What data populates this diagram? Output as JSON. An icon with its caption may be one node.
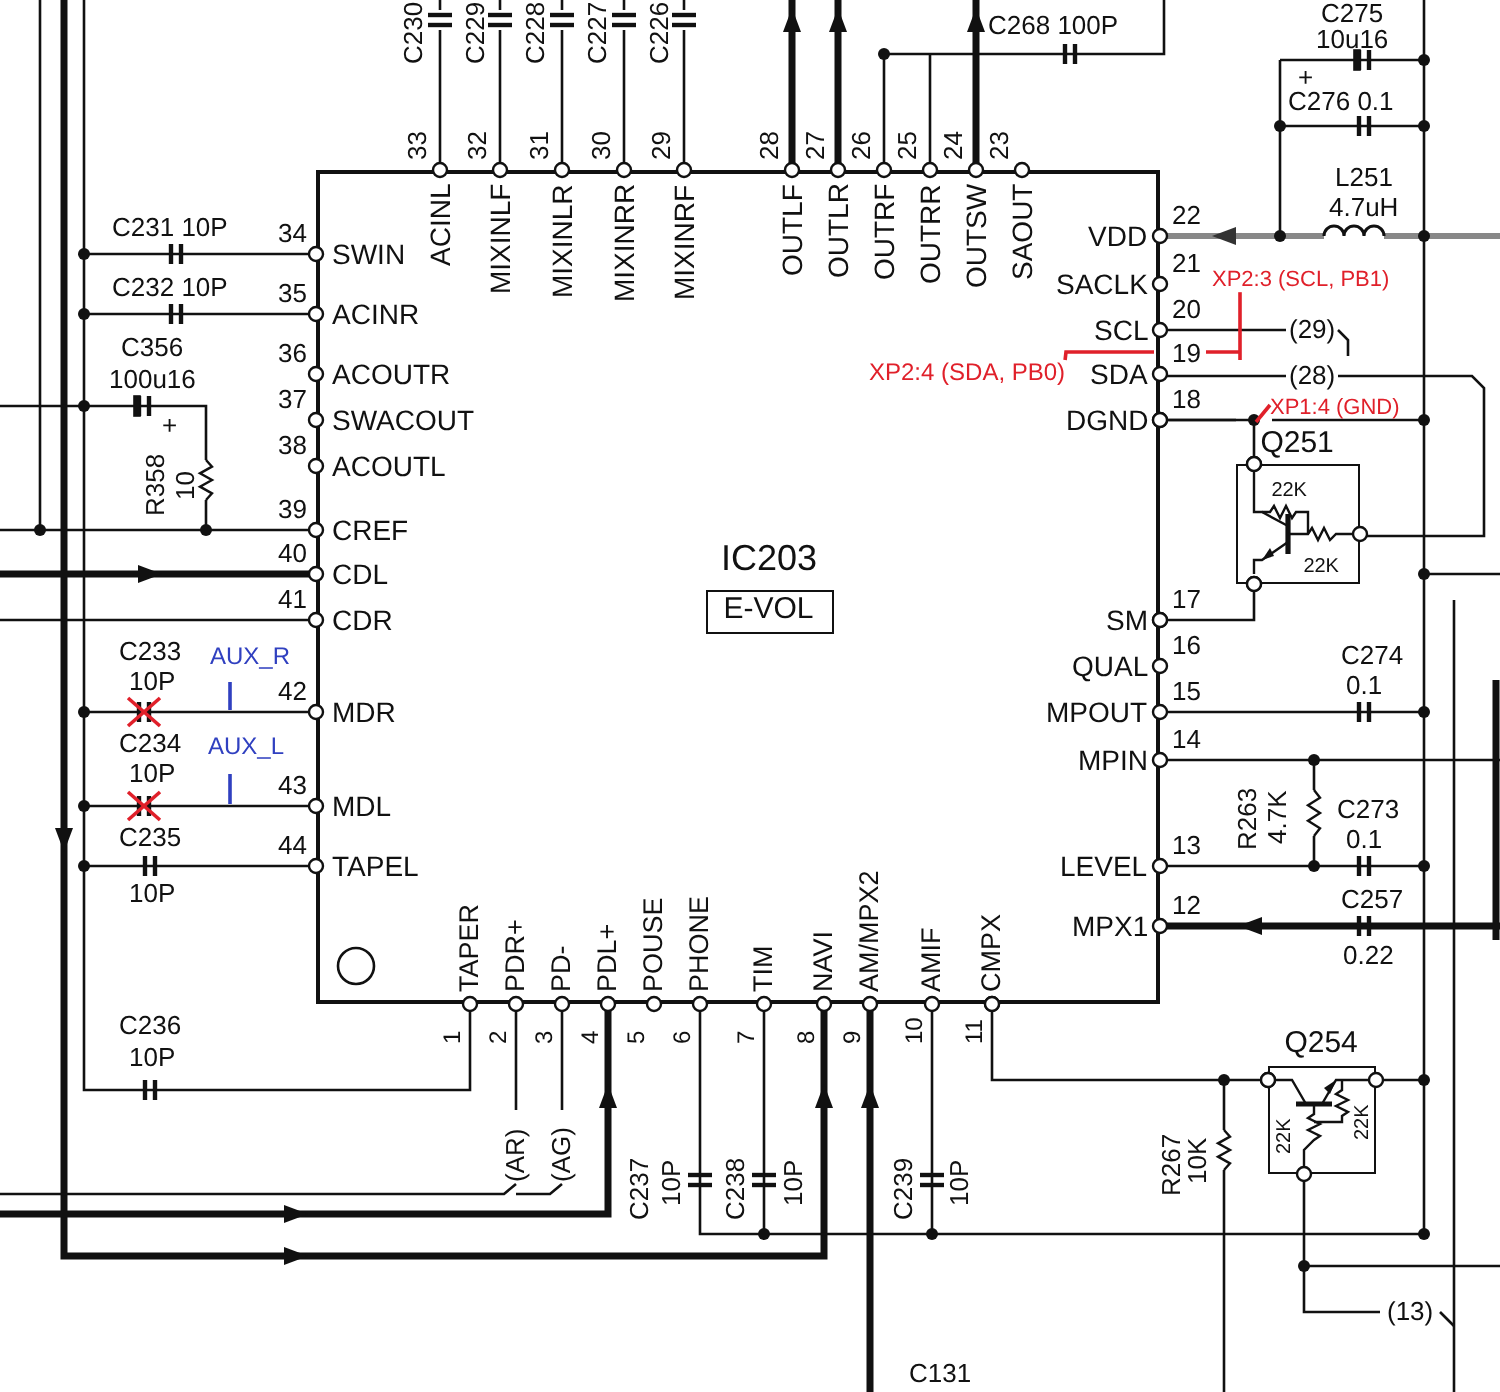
{
  "diagram": {
    "nodes": [
      {
        "text": [
          "IC203"
        ]
      },
      {
        "text": [
          "E-VOL"
        ],
        "in": 0
      },
      {
        "text": [
          "Q251",
          "22K",
          "22K"
        ]
      },
      {
        "text": [
          "Q254",
          "22K",
          "22K"
        ]
      },
      {
        "text": [
          "XP2:4 (SDA, PB0)"
        ],
        "in": 0
      },
      {
        "text": [
          "XP2:3 (SCL, PB1)"
        ]
      },
      {
        "text": [
          "XP1:4 (GND)"
        ]
      }
    ],
    "edges": [
      {
        "from": 2,
        "to": 0,
        "arrow": "other"
      },
      {
        "from": 2,
        "to": 0,
        "arrow": "other"
      },
      {
        "from": 0,
        "to": 3,
        "arrow": "other"
      },
      {
        "from": 4,
        "to": null,
        "arrow": "none",
        "color": "#e0202a"
      },
      {
        "from": 5,
        "to": null,
        "arrow": "none",
        "color": "#e0202a"
      },
      {
        "from": 6,
        "to": null,
        "arrow": "none",
        "color": "#e0202a"
      }
    ],
    "labels": [
      "1",
      "TAPER",
      "2",
      "PDR+",
      "3",
      "PD-",
      "4",
      "PDL+",
      "5",
      "POUSE",
      "6",
      "PHONE",
      "7",
      "TIM",
      "8",
      "NAVI",
      "9",
      "AM/MPX2",
      "10",
      "AMIF",
      "11",
      "CMPX",
      "12",
      "MPX1",
      "13",
      "LEVEL",
      "14",
      "MPIN",
      "15",
      "MPOUT",
      "16",
      "QUAL",
      "17",
      "SM",
      "18",
      "DGND",
      "19",
      "SDA",
      "20",
      "SCL",
      "21",
      "SACLK",
      "22",
      "VDD",
      "23",
      "SAOUT",
      "24",
      "OUTSW",
      "25",
      "OUTRR",
      "26",
      "OUTRF",
      "27",
      "OUTLR",
      "28",
      "OUTLF",
      "29",
      "MIXINRF",
      "30",
      "MIXINRR",
      "31",
      "MIXINLR",
      "32",
      "MIXINLF",
      "33",
      "ACINL",
      "34",
      "SWIN",
      "35",
      "ACINR",
      "36",
      "ACOUTR",
      "37",
      "SWACOUT",
      "38",
      "ACOUTL",
      "39",
      "CREF",
      "40",
      "CDL",
      "41",
      "CDR",
      "42",
      "MDR",
      "43",
      "MDL",
      "44",
      "TAPEL",
      "C230",
      "C229",
      "C228",
      "C227",
      "C226",
      "C268 100P",
      "C275",
      "10u16",
      "+",
      "C276 0.1",
      "L251",
      "4.7uH",
      "C231 10P",
      "C232 10P",
      "C356",
      "100u16",
      "+",
      "R358",
      "10",
      "C233",
      "10P",
      "AUX_R",
      "C234",
      "10P",
      "AUX_L",
      "C235",
      "10P",
      "C236",
      "10P",
      "(29)",
      "(28)",
      "C274",
      "0.1",
      "R263",
      "4.7K",
      "C273",
      "0.1",
      "C257",
      "0.22",
      "(AR)",
      "(AG)",
      "C237",
      "10P",
      "C238",
      "10P",
      "C239",
      "10P",
      "R267",
      "10K",
      "(13)",
      "C131"
    ]
  }
}
